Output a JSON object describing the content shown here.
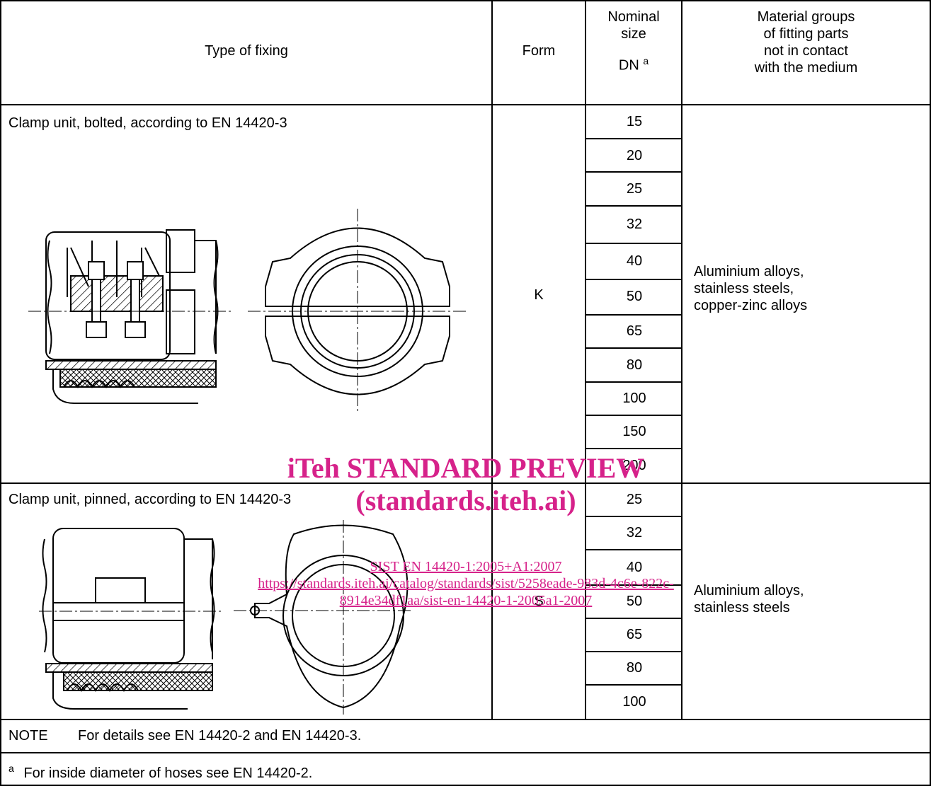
{
  "header": {
    "type_of_fixing": "Type of fixing",
    "form": "Form",
    "nominal_size_line1": "Nominal",
    "nominal_size_line2": "size",
    "nominal_size_line3": "DN",
    "nominal_size_sup": "a",
    "material_line1": "Material groups",
    "material_line2": "of fitting parts",
    "material_line3": "not in contact",
    "material_line4": "with the medium"
  },
  "rows": [
    {
      "type": "Clamp unit, bolted, according to EN 14420-3",
      "form": "K",
      "sizes": [
        "15",
        "20",
        "25",
        "32",
        "40",
        "50",
        "65",
        "80",
        "100",
        "150",
        "200"
      ],
      "material_line1": "Aluminium alloys,",
      "material_line2": "stainless steels,",
      "material_line3": "copper-zinc alloys"
    },
    {
      "type": "Clamp unit, pinned, according to EN 14420-3",
      "form": "S",
      "sizes": [
        "25",
        "32",
        "40",
        "50",
        "65",
        "80",
        "100"
      ],
      "material_line1": "Aluminium alloys,",
      "material_line2": "stainless steels"
    }
  ],
  "note_label": "NOTE",
  "note_text": "For details see EN 14420-2 and EN 14420-3.",
  "footnote_mark": "a",
  "footnote_text": "For inside diameter of hoses see EN 14420-2.",
  "watermark": {
    "title": "iTeh STANDARD PREVIEW",
    "subtitle": "(standards.iteh.ai)",
    "standard": "SIST EN 14420-1:2005+A1:2007",
    "url_line1": "https://standards.iteh.ai/catalog/standards/sist/5258eade-983d-4c6e-822c-",
    "url_line2": "8914e34df1aa/sist-en-14420-1-2005a1-2007",
    "color": "#d6228a"
  }
}
